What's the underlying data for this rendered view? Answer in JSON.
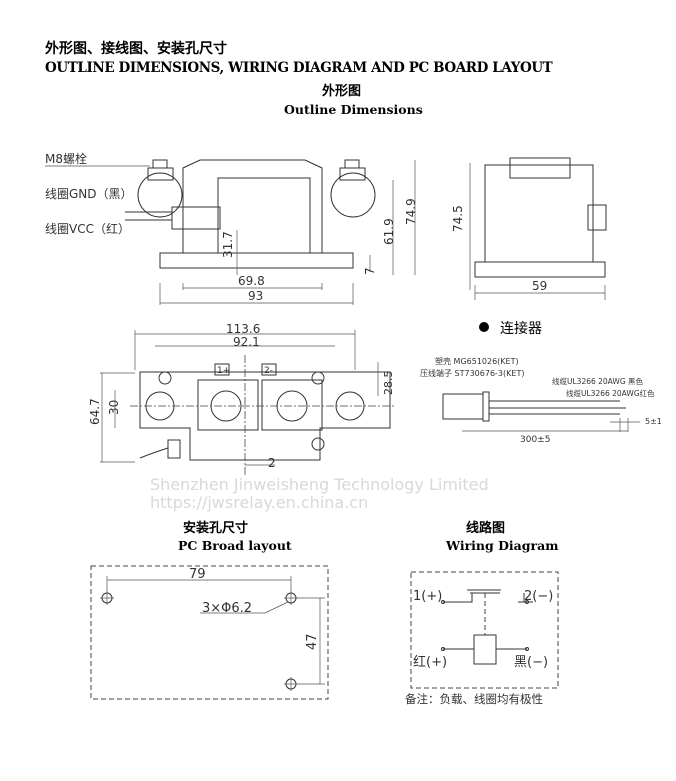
{
  "header": {
    "title_cn": "外形图、接线图、安装孔尺寸",
    "title_en": "OUTLINE DIMENSIONS, WIRING DIAGRAM AND PC BOARD LAYOUT",
    "section_cn": "外形图",
    "section_en": "Outline Dimensions"
  },
  "side_view": {
    "bolt_label": "M8螺栓",
    "gnd_label": "线圈GND（黑）",
    "vcc_label": "线圈VCC（红）",
    "dims": {
      "d1": "31.7",
      "d2": "61.9",
      "d3": "74.9",
      "d4": "7",
      "d5": "69.8",
      "d6": "93"
    }
  },
  "end_view": {
    "dims": {
      "h": "74.5",
      "w": "59"
    }
  },
  "top_view": {
    "dims": {
      "w1": "113.6",
      "w2": "92.1",
      "h1": "64.7",
      "h2": "30",
      "h3": "28.5",
      "gap": "2"
    },
    "terminal1": "1+",
    "terminal2": "2-"
  },
  "connector": {
    "title": "连接器",
    "housing": "塑壳 MG651026(KET)",
    "terminal": "压线端子 ST730676-3(KET)",
    "wire_black": "线缆UL3266 20AWG 黑色",
    "wire_red": "线缆UL3266 20AWG红色",
    "length": "300±5",
    "strip": "5±1"
  },
  "watermark": {
    "line1": "Shenzhen Jinweisheng Technology Limited",
    "line2": "https://jwsrelay.en.china.cn"
  },
  "pcb": {
    "title_cn": "安装孔尺寸",
    "title_en": "PC Broad layout",
    "dim_w": "79",
    "holes": "3×Φ6.2",
    "dim_h": "47"
  },
  "wiring": {
    "title_cn": "线路图",
    "title_en": "Wiring Diagram",
    "t1": "1(+)",
    "t2": "2(−)",
    "red": "红(+)",
    "black": "黑(−)",
    "note": "备注：负载、线圈均有极性"
  }
}
